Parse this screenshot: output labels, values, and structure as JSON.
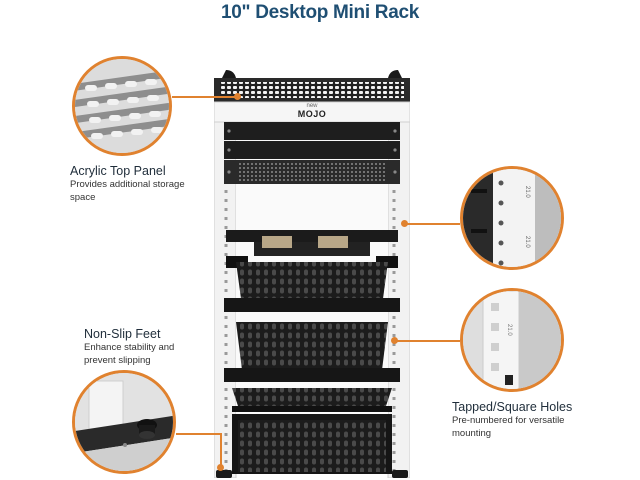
{
  "title": "10\" Desktop Mini Rack",
  "brand": {
    "small": "new",
    "name": "MOJO"
  },
  "colors": {
    "accent": "#e0822f",
    "title": "#1f4f73",
    "rack_frame": "#f2f2f2",
    "shelf": "#1c1c1c"
  },
  "callouts": [
    {
      "title": "Acrylic Top Panel",
      "desc_lines": [
        "Provides additional storage",
        "space"
      ]
    },
    {
      "title": "Non-Slip Feet",
      "desc_lines": [
        "Enhance stability and",
        "prevent slipping"
      ]
    },
    {
      "title": "Tapped/Square Holes",
      "desc_lines": [
        "Pre-numbered for versatile",
        "mounting"
      ]
    }
  ],
  "rail_markings": [
    "21.0",
    "21.0",
    "21.0"
  ]
}
